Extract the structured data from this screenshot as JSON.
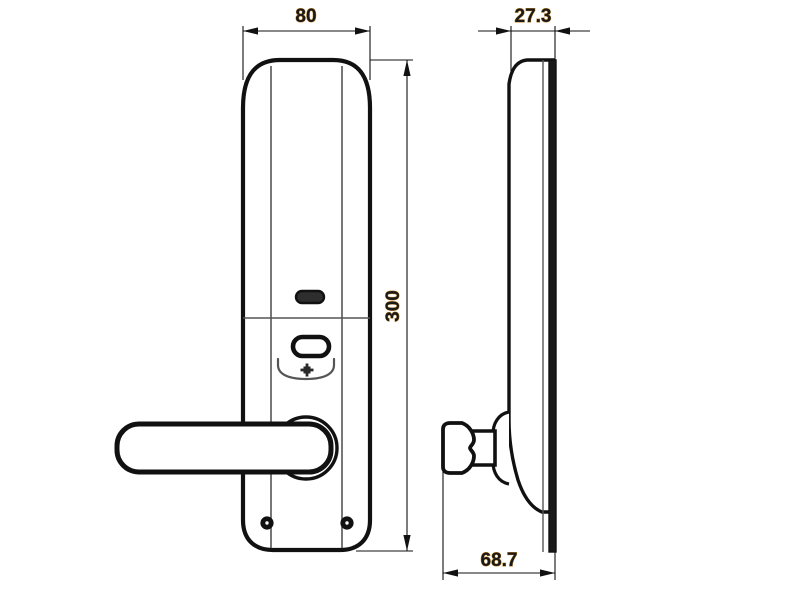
{
  "drawing": {
    "title": "Electronic door lock - technical dimension drawing",
    "units": "mm",
    "line_color": "#111111",
    "dimension_text_color": "#1a1a1a",
    "dimension_text_outline_color": "#c08020",
    "background": "#ffffff"
  },
  "views": {
    "front": {
      "name": "front-view",
      "label": "Front view of lock escutcheon with lever handle"
    },
    "side": {
      "name": "side-view",
      "label": "Side profile view of lock"
    }
  },
  "dimensions": {
    "width": {
      "value": "80",
      "name": "dimension-width-80",
      "orientation": "horizontal",
      "view": "front"
    },
    "height": {
      "value": "300",
      "name": "dimension-height-300",
      "orientation": "vertical",
      "view": "front"
    },
    "thickness": {
      "value": "27.3",
      "name": "dimension-thickness-27-3",
      "orientation": "horizontal",
      "view": "side"
    },
    "projection": {
      "value": "68.7",
      "name": "dimension-projection-68-7",
      "orientation": "horizontal",
      "view": "side"
    }
  },
  "features": {
    "led_indicator": "led-indicator-slot",
    "card_reader": "card-reader-window",
    "panel_seam": "battery-cover-seam",
    "cross_screw": "cross-head-screw",
    "rosette": "lever-rosette",
    "lever": "lever-handle",
    "mounting_screws": [
      "mounting-screw-left",
      "mounting-screw-right"
    ]
  }
}
